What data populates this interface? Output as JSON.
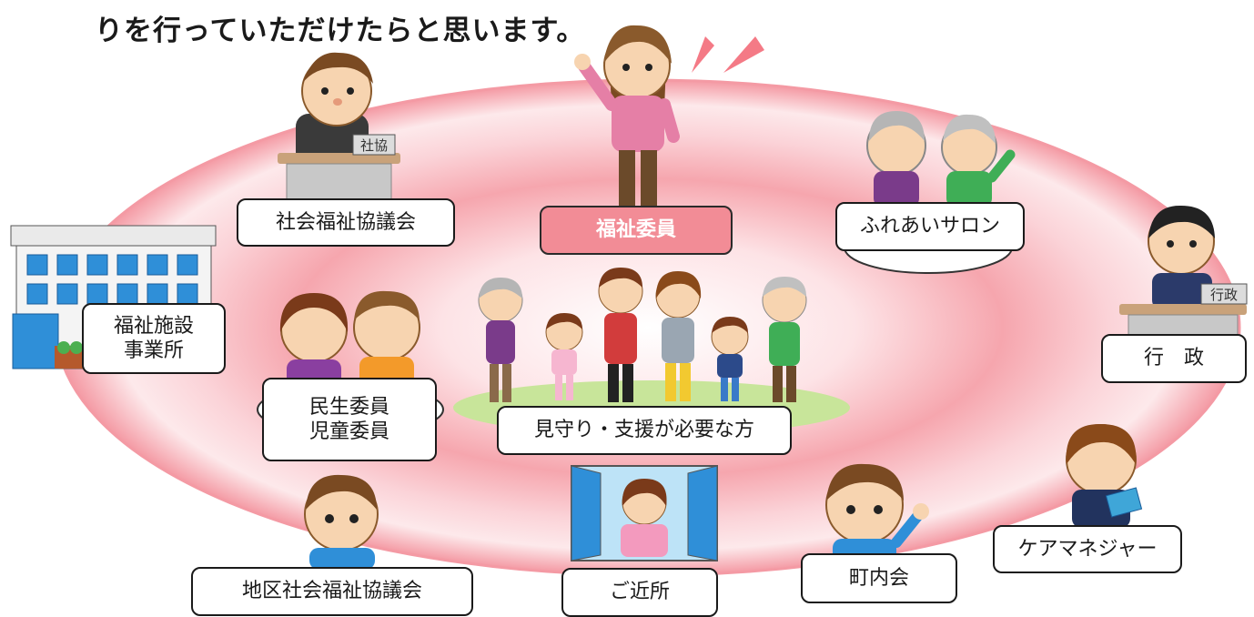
{
  "heading": "りを行っていただけたらと思います。",
  "colors": {
    "ring_outer": "#f49aa4",
    "ring_inner": "#ffffff",
    "center_box": "#f28c96",
    "ground": "#c8e59a"
  },
  "labels": {
    "center": "福祉委員",
    "shakyo": "社会福祉協議会",
    "salon": "ふれあいサロン",
    "facility": "福祉施設\n事業所",
    "gyosei": "行　政",
    "minsei": "民生委員\n児童委員",
    "mimamori": "見守り・支援が必要な方",
    "chiku": "地区社会福祉協議会",
    "kinjo": "ご近所",
    "chonaikai": "町内会",
    "caremanager": "ケアマネジャー"
  },
  "signs": {
    "shakyo": "社協",
    "gyosei": "行政"
  },
  "icons": [
    "shakyo-staff-icon",
    "welfare-volunteer-icon",
    "elderly-couple-icon",
    "facility-building-icon",
    "government-staff-icon",
    "minsei-couple-icon",
    "family-group-icon",
    "district-council-man-icon",
    "neighbor-window-icon",
    "neighborhood-man-icon",
    "care-manager-icon"
  ]
}
